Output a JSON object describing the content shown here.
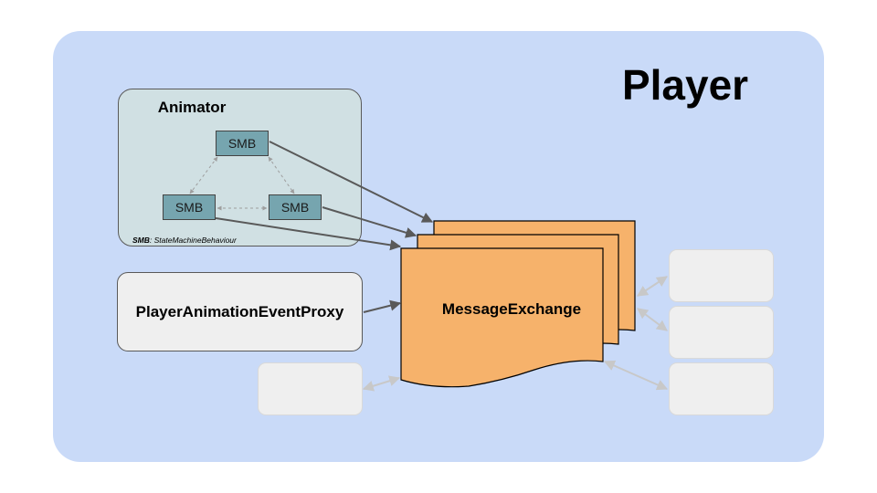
{
  "player": {
    "title": "Player"
  },
  "animator": {
    "title": "Animator",
    "nodes": [
      "SMB",
      "SMB",
      "SMB"
    ],
    "note_abbr": "SMB",
    "note_text": ": StateMachineBehaviour"
  },
  "proxy": {
    "label": "PlayerAnimationEventProxy"
  },
  "message_exchange": {
    "label": "MessageExchange"
  },
  "colors": {
    "panel": "#c9daf8",
    "animator_fill": "#d0e0e3",
    "smb_fill": "#76a5af",
    "exchange_fill": "#f6b26b",
    "proxy_fill": "#efefef",
    "arrow": "#595959",
    "faint_arrow": "#c8c8c8"
  }
}
